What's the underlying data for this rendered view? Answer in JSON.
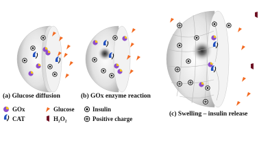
{
  "panels": {
    "a": {
      "caption": "(a) Glucose diffusion"
    },
    "b": {
      "caption": "(b) GOx enzyme reaction"
    },
    "c": {
      "caption": "(c) Swelling – insulin release"
    }
  },
  "legend": {
    "gox": "GOx",
    "cat": "CAT",
    "glucose": "Glucose",
    "h2o2": "H₂O₂",
    "insulin": "Insulin",
    "positive_charge": "Positive charge"
  },
  "colors": {
    "glucose": "#f36a21",
    "gox_purple": "#8f4fc8",
    "gox_wedge": "#f3c21a",
    "cat_blue": "#1f4fbf",
    "h2o2": "#6e1224",
    "insulin": "#111111"
  }
}
